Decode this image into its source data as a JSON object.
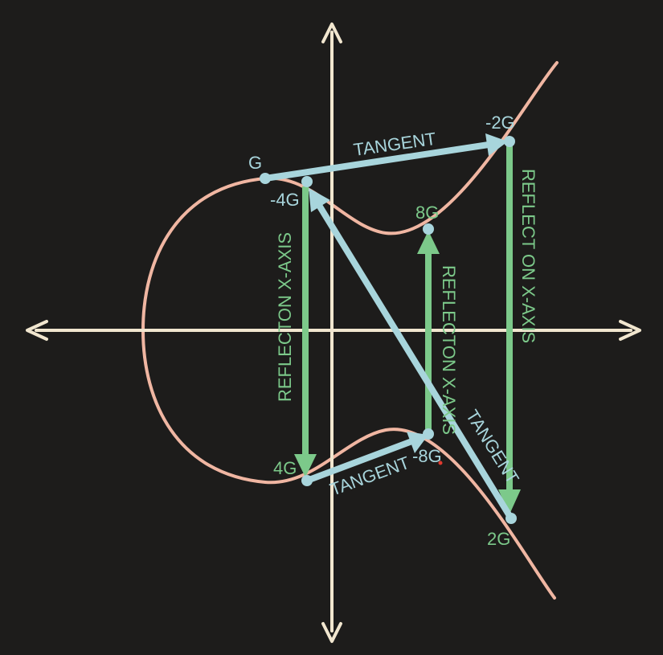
{
  "colors": {
    "background": "#1d1c1b",
    "axis": "#f1e6cf",
    "curve": "#f0b6a2",
    "tangent": "#a8d5dc",
    "reflect": "#7cc98a"
  },
  "points": {
    "g": "G",
    "neg_4g": "-4G",
    "neg_2g": "-2G",
    "eight_g": "8G",
    "four_g": "4G",
    "neg_8g": "-8G",
    "two_g": "2G"
  },
  "operations": {
    "tangent_top": "TANGENT",
    "tangent_bottom": "TANGENT",
    "tangent_diagonal": "TANGENT",
    "reflect_left": "REFLECTON X-AXIS",
    "reflect_middle": "REFLECTON X-AXIS",
    "reflect_right": "REFLECT ON X-AXIS"
  }
}
